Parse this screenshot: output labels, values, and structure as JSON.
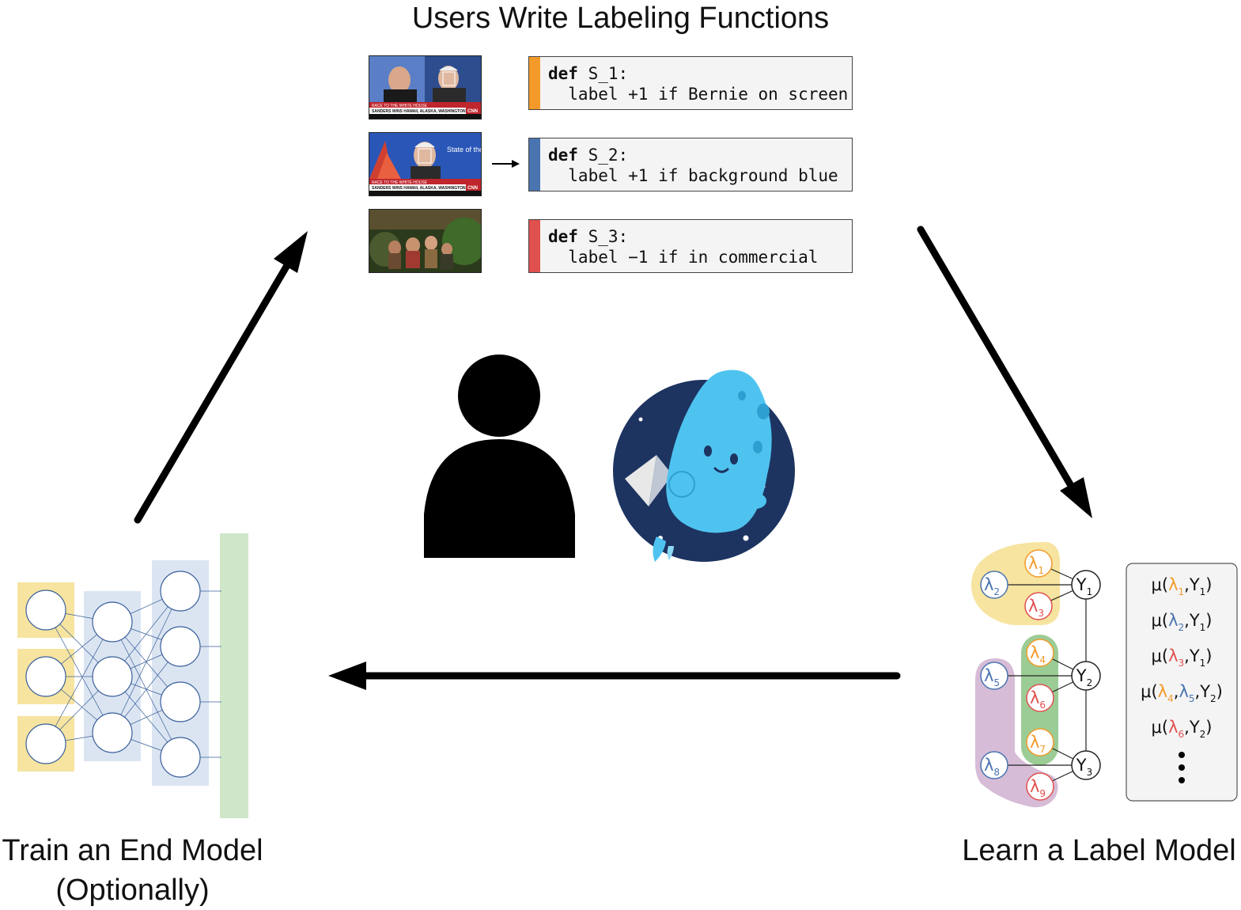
{
  "title": "Users Write Labeling Functions",
  "labeling_functions": [
    {
      "keyword": "def",
      "name": "S_1:",
      "body": "  label +1 if Bernie on screen",
      "color": "#f39a2a"
    },
    {
      "keyword": "def",
      "name": "S_2:",
      "body": "  label +1 if background blue",
      "color": "#4a74b0"
    },
    {
      "keyword": "def",
      "name": "S_3:",
      "body": "  label −1 if in commercial",
      "color": "#e0504f"
    }
  ],
  "thumbnails": [
    {
      "lower_third": "SANDERS WINS HAWAII, ALASKA, WASHINGTON",
      "banner": "RACE TO THE WHITE HOUSE",
      "channel": "CNN"
    },
    {
      "lower_third": "SANDERS WINS HAWAII, ALASKA, WASHINGTON",
      "banner": "RACE TO THE WHITE HOUSE",
      "channel": "CNN",
      "show": "State of the UNION"
    },
    {}
  ],
  "label_model": {
    "lambdas": [
      "λ1",
      "λ2",
      "λ3",
      "λ4",
      "λ5",
      "λ6",
      "λ7",
      "λ8",
      "λ9"
    ],
    "ys": [
      "Y1",
      "Y2",
      "Y3"
    ],
    "params": [
      "μ(λ1,Y1)",
      "μ(λ2,Y1)",
      "μ(λ3,Y1)",
      "μ(λ4,λ5,Y2)",
      "μ(λ6,Y2)"
    ]
  },
  "steps": {
    "end_model_line1": "Train an End Model",
    "end_model_line2": "(Optionally)",
    "label_model": "Learn a Label Model"
  },
  "colors": {
    "orange": "#f39a2a",
    "blue": "#4a74b0",
    "red": "#e0504f",
    "yellow_group": "#f6e4a0",
    "green_group": "#9ccc95",
    "purple_group": "#d6bcd6",
    "mascot_bg": "#1d3461",
    "mascot_body": "#4fc3ef"
  }
}
